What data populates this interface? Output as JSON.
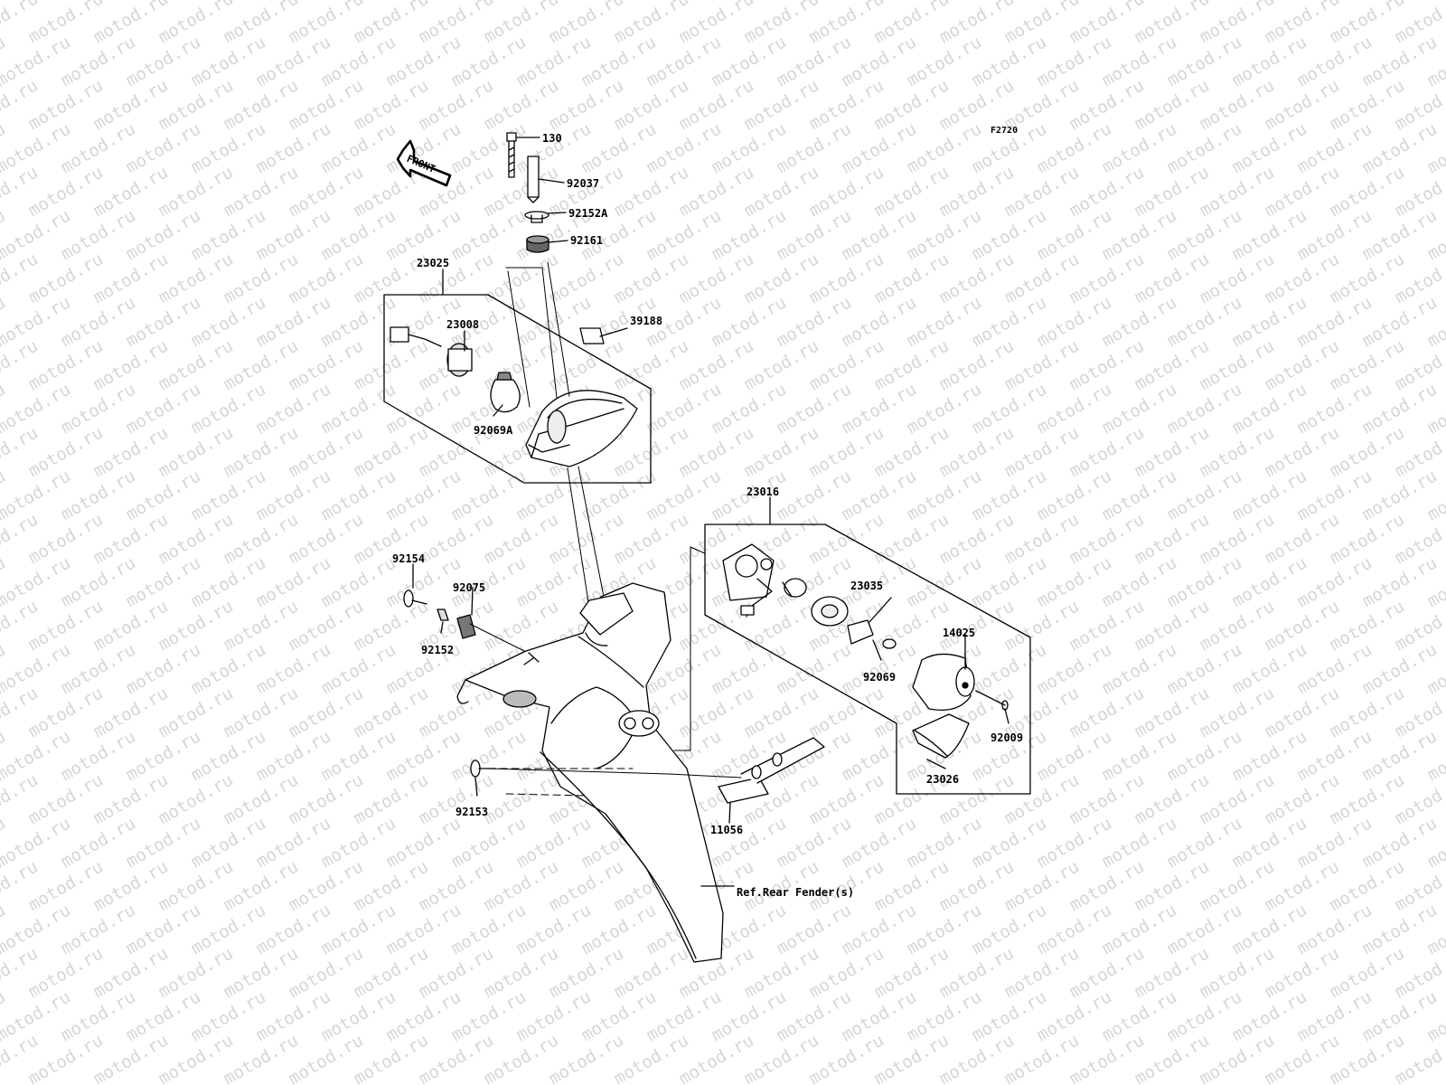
{
  "diagram": {
    "code": "F2720",
    "front_label": "FRONT",
    "watermark": "motod.ru",
    "reference": "Ref.Rear Fender(s)",
    "parts": {
      "p130": "130",
      "p92037": "92037",
      "p92152A": "92152A",
      "p92161": "92161",
      "p23025": "23025",
      "p23008": "23008",
      "p39188": "39188",
      "p92069A": "92069A",
      "p23016": "23016",
      "p92154": "92154",
      "p92075": "92075",
      "p23035": "23035",
      "p92152": "92152",
      "p14025": "14025",
      "p92069": "92069",
      "p92009": "92009",
      "p23026": "23026",
      "p92153": "92153",
      "p11056": "11056"
    }
  }
}
